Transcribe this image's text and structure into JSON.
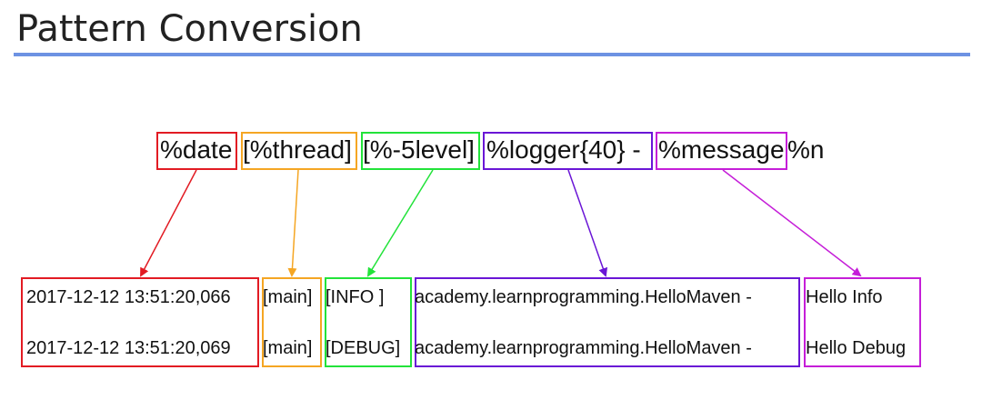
{
  "title": "Pattern Conversion",
  "colors": {
    "date": "#e21b23",
    "thread": "#f5a623",
    "level": "#22e33a",
    "logger": "#6a16d6",
    "message": "#c51ed8",
    "title_rule": "#6d92e3"
  },
  "pattern": {
    "date": "%date",
    "thread": "[%thread]",
    "level": "[%-5level]",
    "logger": "%logger{40} -",
    "message": "%message",
    "newline": "%n"
  },
  "output": {
    "rows": [
      {
        "date": "2017-12-12 13:51:20,066",
        "thread": "[main]",
        "level": "[INFO ]",
        "logger": "academy.learnprogramming.HelloMaven -",
        "message": "Hello Info"
      },
      {
        "date": "2017-12-12 13:51:20,069",
        "thread": "[main]",
        "level": "[DEBUG]",
        "logger": "academy.learnprogramming.HelloMaven -",
        "message": "Hello Debug"
      }
    ]
  }
}
